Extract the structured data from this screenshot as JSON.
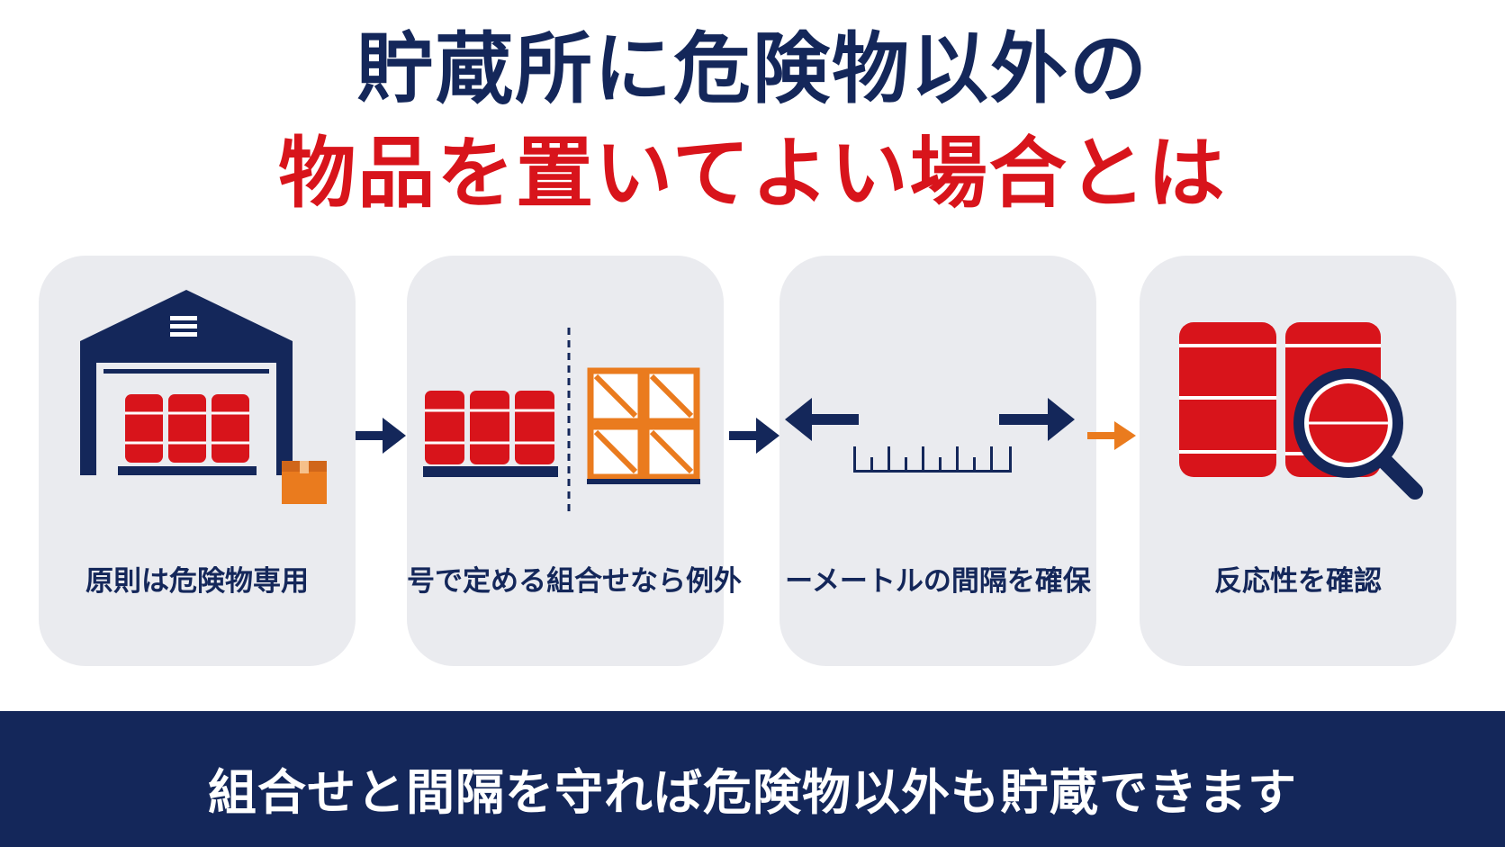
{
  "title": {
    "line1": "貯蔵所に危険物以外の",
    "line2": "物品を置いてよい場合とは"
  },
  "steps": [
    {
      "label": "原則は危険物専用",
      "icon": "warehouse-with-drums-icon"
    },
    {
      "label": "号で定める組合せなら例外",
      "icon": "drums-and-crates-icon"
    },
    {
      "label": "ーメートルの間隔を確保",
      "icon": "spacing-ruler-icon"
    },
    {
      "label": "反応性を確認",
      "icon": "drum-magnifier-icon"
    }
  ],
  "banner": {
    "text": "組合せと間隔を守れば危険物以外も貯蔵できます"
  },
  "colors": {
    "navy": "#14275a",
    "red": "#d8141b",
    "orange": "#ea7b1e",
    "card_bg": "#eaebef"
  }
}
